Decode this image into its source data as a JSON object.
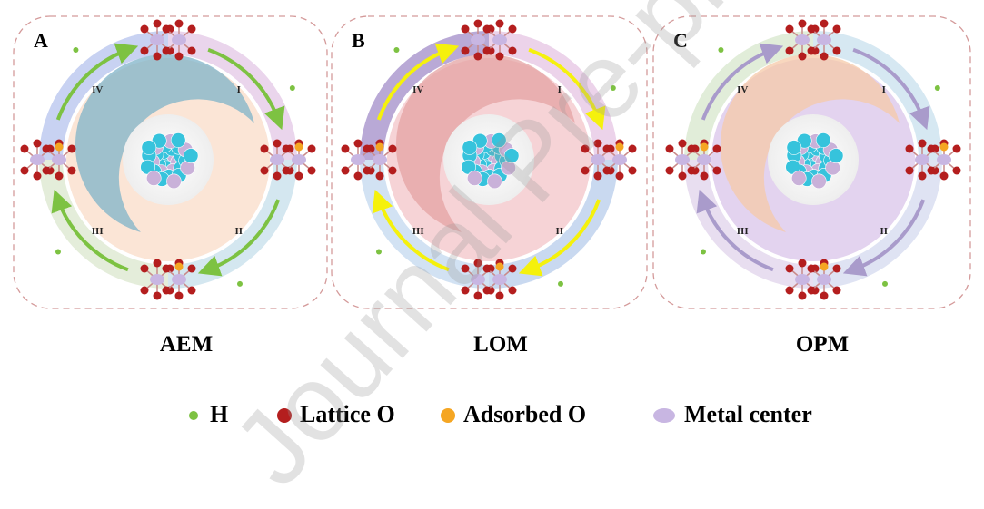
{
  "panels": [
    {
      "letter": "A",
      "mechanism": "AEM",
      "steps": [
        "I",
        "II",
        "III",
        "IV"
      ],
      "ring_colors": [
        "#ead5ec",
        "#d4e7f0",
        "#e4edda",
        "#c8d2f2"
      ],
      "inner_colors": [
        "#7fb3c8",
        "#fbe5d6"
      ],
      "arrow_color": "#7dc242"
    },
    {
      "letter": "B",
      "mechanism": "LOM",
      "steps": [
        "I",
        "II",
        "III",
        "IV"
      ],
      "ring_colors": [
        "#ecd3ea",
        "#c9d9f0",
        "#d2e2f3",
        "#b9a9d6"
      ],
      "inner_colors": [
        "#e4a3a3",
        "#f6d3d6"
      ],
      "arrow_color": "#f5f10c"
    },
    {
      "letter": "C",
      "mechanism": "OPM",
      "steps": [
        "I",
        "II",
        "III",
        "IV"
      ],
      "ring_colors": [
        "#d6e8f2",
        "#dfe3f3",
        "#e8def0",
        "#e1edd9"
      ],
      "inner_colors": [
        "#f5c9a8",
        "#e3d3ef"
      ],
      "arrow_color": "#a99bcb"
    }
  ],
  "legend": [
    {
      "label": "H",
      "color": "#7dc242"
    },
    {
      "label": "Lattice O",
      "color": "#b41e1e"
    },
    {
      "label": "Adsorbed O",
      "color": "#f5a623"
    },
    {
      "label": "Metal center",
      "color": "#c8b6e2"
    }
  ],
  "watermark": "Journal Pre-proof"
}
